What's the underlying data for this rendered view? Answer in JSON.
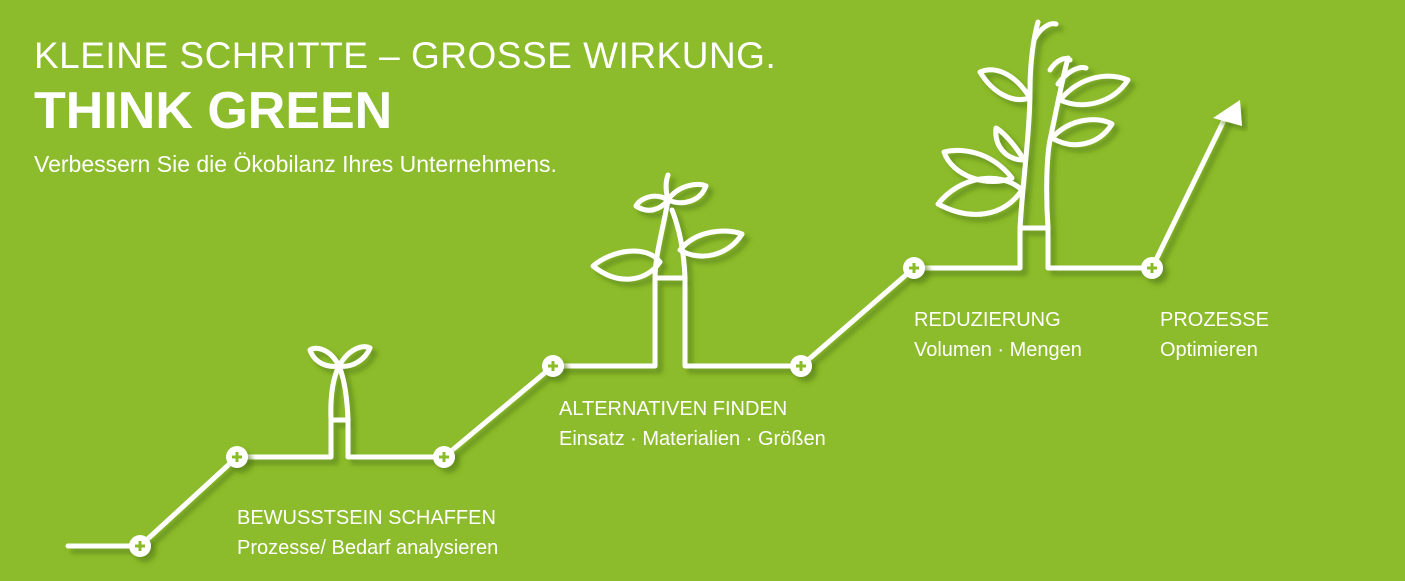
{
  "header": {
    "headline": "KLEINE SCHRITTE – GROSSE WIRKUNG.",
    "title": "THINK GREEN",
    "subtitle": "Verbessern Sie die Ökobilanz Ihres Unternehmens."
  },
  "steps": [
    {
      "title": "BEWUSSTSEIN SCHAFFEN",
      "detail": "Prozesse/ Bedarf analysieren"
    },
    {
      "title": "ALTERNATIVEN FINDEN",
      "detail": "Einsatz · Materialien · Größen"
    },
    {
      "title": "REDUZIERUNG",
      "detail": "Volumen · Mengen"
    },
    {
      "title": "PROZESSE",
      "detail": "Optimieren"
    }
  ],
  "colors": {
    "background": "#8cbb2b",
    "line": "#ffffff",
    "shadow": "#5f8a17"
  },
  "icons": [
    "seedling-icon",
    "sprout-icon",
    "plant-icon",
    "arrow-up-icon",
    "plus-node-icon"
  ]
}
